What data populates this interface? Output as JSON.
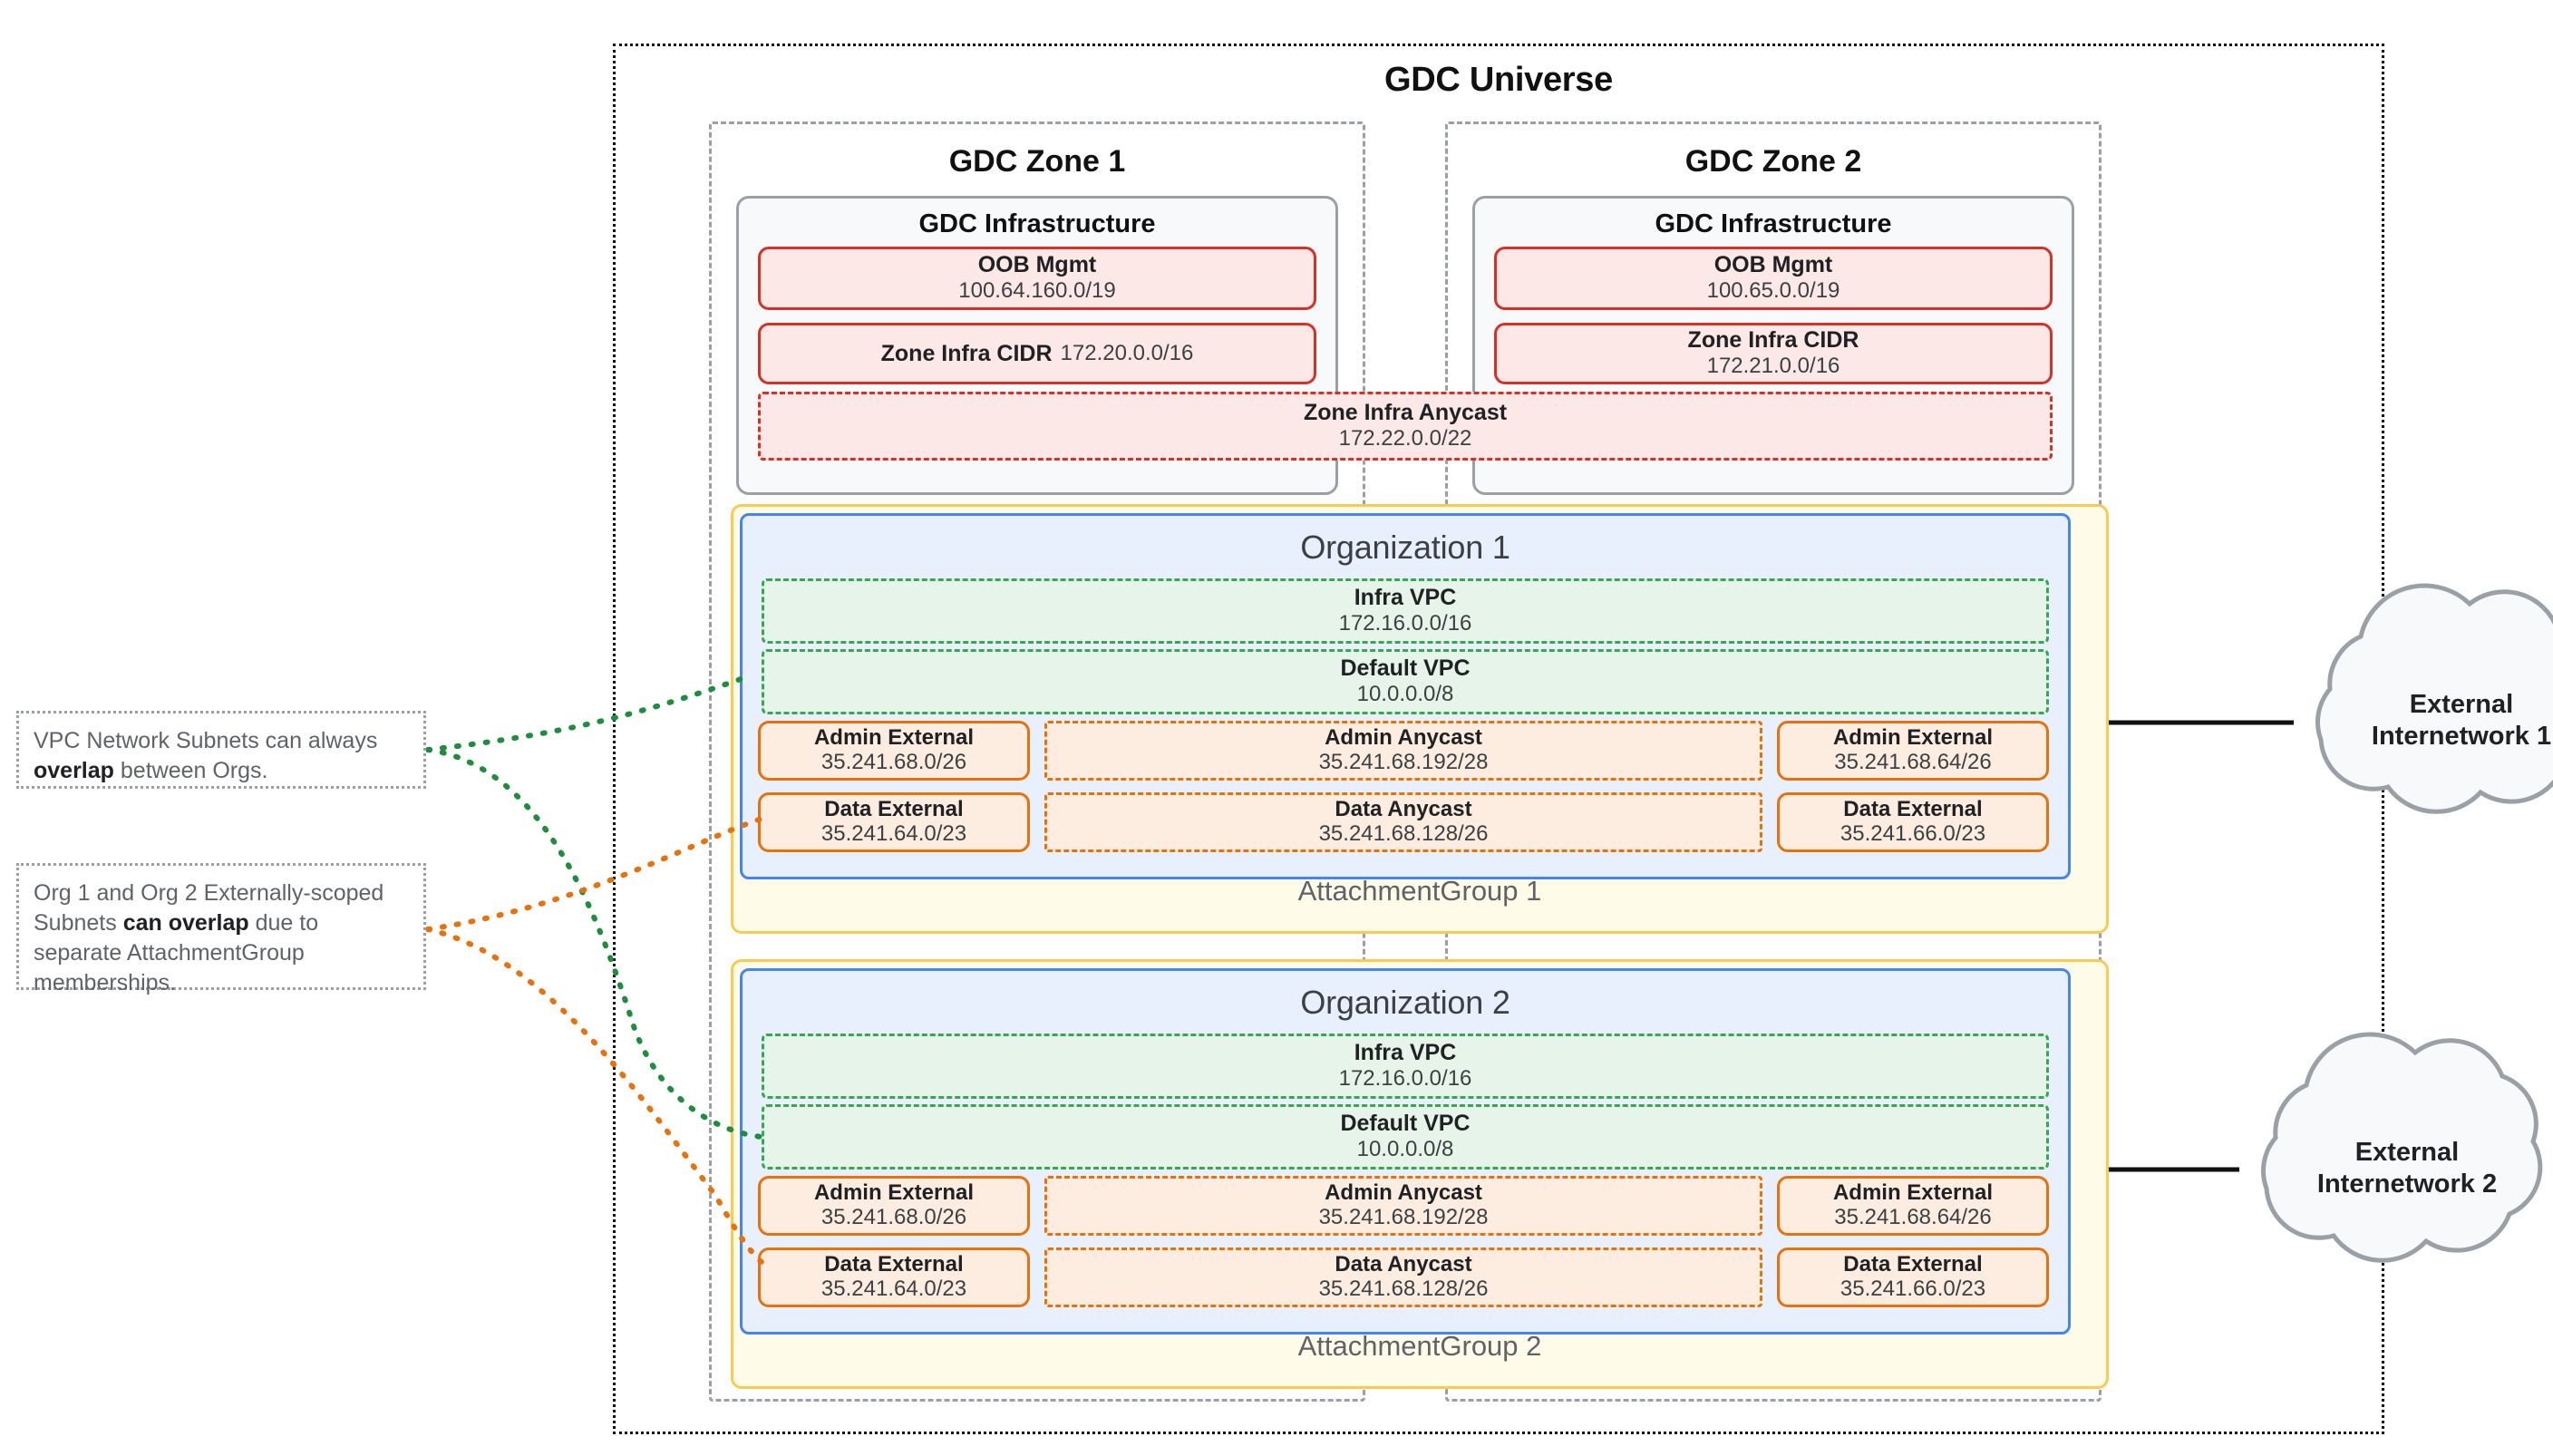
{
  "universe": {
    "title": "GDC Universe"
  },
  "zones": [
    {
      "title": "GDC Zone 1",
      "infra": {
        "title": "GDC Infrastructure",
        "oob": {
          "label": "OOB Mgmt",
          "cidr": "100.64.160.0/19"
        },
        "zone_infra": {
          "label": "Zone Infra CIDR",
          "cidr": "172.20.0.0/16"
        }
      }
    },
    {
      "title": "GDC Zone 2",
      "infra": {
        "title": "GDC Infrastructure",
        "oob": {
          "label": "OOB Mgmt",
          "cidr": "100.65.0.0/19"
        },
        "zone_infra": {
          "label": "Zone Infra CIDR",
          "cidr": "172.21.0.0/16"
        }
      }
    }
  ],
  "zone_anycast": {
    "label": "Zone Infra Anycast",
    "cidr": "172.22.0.0/22"
  },
  "organizations": [
    {
      "title": "Organization 1",
      "attachment_group": "AttachmentGroup 1",
      "infra_vpc": {
        "label": "Infra VPC",
        "cidr": "172.16.0.0/16"
      },
      "default_vpc": {
        "label": "Default VPC",
        "cidr": "10.0.0.0/8"
      },
      "subnets": {
        "admin_external_left": {
          "label": "Admin External",
          "cidr": "35.241.68.0/26"
        },
        "admin_anycast": {
          "label": "Admin Anycast",
          "cidr": "35.241.68.192/28"
        },
        "admin_external_right": {
          "label": "Admin External",
          "cidr": "35.241.68.64/26"
        },
        "data_external_left": {
          "label": "Data External",
          "cidr": "35.241.64.0/23"
        },
        "data_anycast": {
          "label": "Data Anycast",
          "cidr": "35.241.68.128/26"
        },
        "data_external_right": {
          "label": "Data External",
          "cidr": "35.241.66.0/23"
        }
      }
    },
    {
      "title": "Organization 2",
      "attachment_group": "AttachmentGroup 2",
      "infra_vpc": {
        "label": "Infra VPC",
        "cidr": "172.16.0.0/16"
      },
      "default_vpc": {
        "label": "Default VPC",
        "cidr": "10.0.0.0/8"
      },
      "subnets": {
        "admin_external_left": {
          "label": "Admin External",
          "cidr": "35.241.68.0/26"
        },
        "admin_anycast": {
          "label": "Admin Anycast",
          "cidr": "35.241.68.192/28"
        },
        "admin_external_right": {
          "label": "Admin External",
          "cidr": "35.241.68.64/26"
        },
        "data_external_left": {
          "label": "Data External",
          "cidr": "35.241.64.0/23"
        },
        "data_anycast": {
          "label": "Data Anycast",
          "cidr": "35.241.68.128/26"
        },
        "data_external_right": {
          "label": "Data External",
          "cidr": "35.241.66.0/23"
        }
      }
    }
  ],
  "clouds": [
    {
      "line1": "External",
      "line2": "Internetwork 1"
    },
    {
      "line1": "External",
      "line2": "Internetwork 2"
    }
  ],
  "notes": [
    {
      "pre": "VPC Network Subnets can always ",
      "strong": "overlap",
      "post": " between Orgs."
    },
    {
      "pre": "Org 1 and Org 2 Externally-scoped Subnets ",
      "strong": "can overlap",
      "post": " due to separate AttachmentGroup memberships."
    }
  ],
  "colors": {
    "universe_border": "#111111",
    "zone_border": "#9aa0a6",
    "infra_red": "#d93025",
    "vpc_green": "#34a853",
    "subnet_orange": "#e8710a",
    "org_blue": "#4285f4",
    "attachment_yellow": "#f9cb53"
  }
}
